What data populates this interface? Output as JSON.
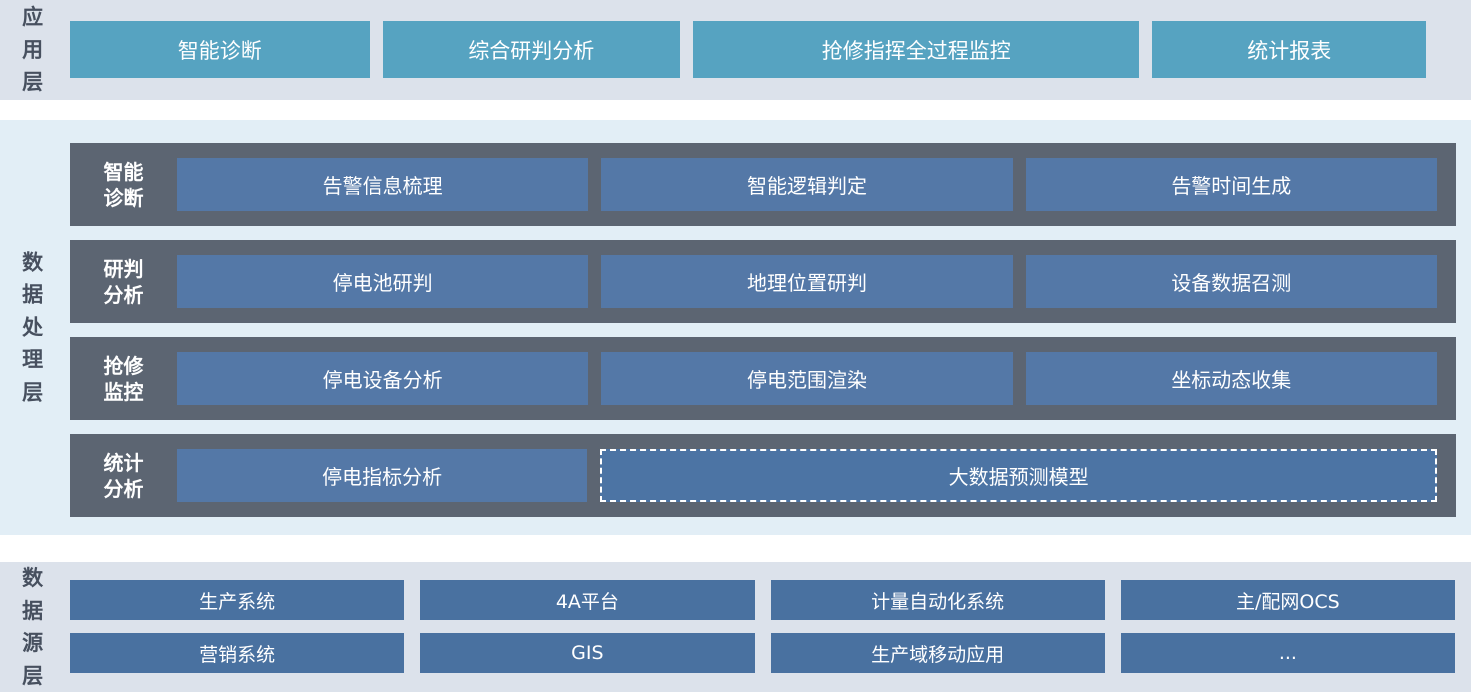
{
  "app_layer": {
    "label": "应用层",
    "items": [
      "智能诊断",
      "综合研判分析",
      "抢修指挥全过程监控",
      "统计报表"
    ]
  },
  "processing_layer": {
    "label": "数据处理层",
    "rows": [
      {
        "label": "智能\n诊断",
        "items": [
          "告警信息梳理",
          "智能逻辑判定",
          "告警时间生成"
        ]
      },
      {
        "label": "研判\n分析",
        "items": [
          "停电池研判",
          "地理位置研判",
          "设备数据召测"
        ]
      },
      {
        "label": "抢修\n监控",
        "items": [
          "停电设备分析",
          "停电范围渲染",
          "坐标动态收集"
        ]
      },
      {
        "label": "统计\n分析",
        "items": [
          "停电指标分析"
        ],
        "dashed_item": "大数据预测模型"
      }
    ]
  },
  "source_layer": {
    "label": "数据源层",
    "items": [
      "生产系统",
      "4A平台",
      "计量自动化系统",
      "主/配网OCS",
      "营销系统",
      "GIS",
      "生产域移动应用",
      "..."
    ]
  },
  "colors": {
    "band_light_gray": "#dce2eb",
    "band_light_blue": "#e2eef6",
    "teal_button": "#56a3c1",
    "dark_row": "#5c6572",
    "steel_button_mid": "#5478a7",
    "steel_button_bottom": "#4971a0",
    "label_text": "#47505f",
    "button_text": "#ffffff"
  }
}
